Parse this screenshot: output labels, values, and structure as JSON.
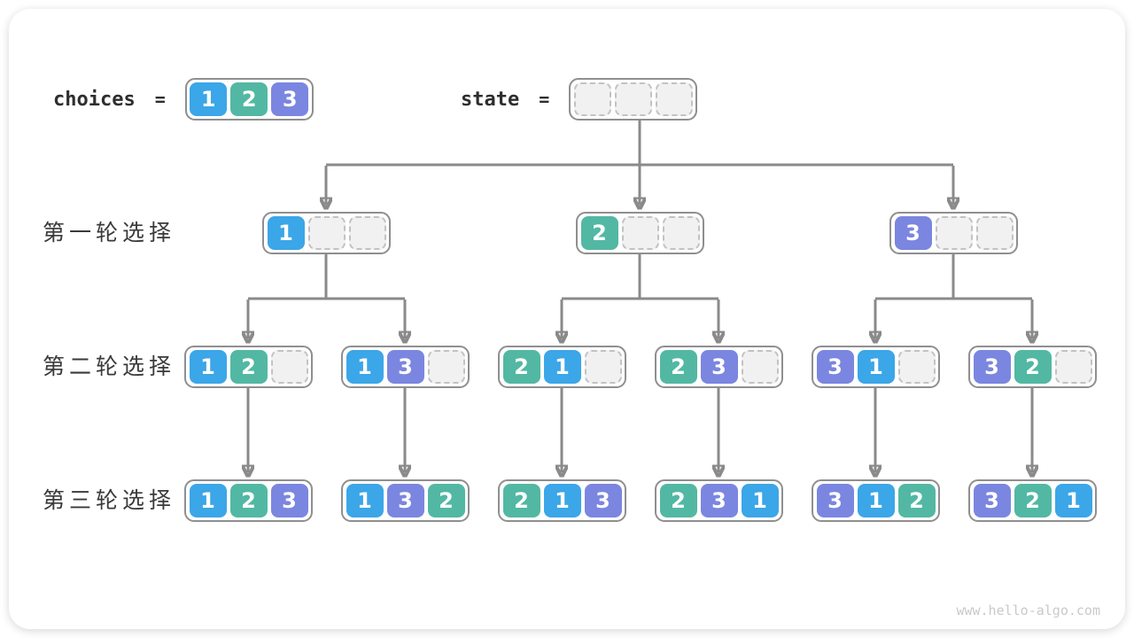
{
  "colors": {
    "values": {
      "1": "#3BA6E8",
      "2": "#52B8A3",
      "3": "#7B86E0"
    },
    "arrow": "#8A8A8A",
    "node_border": "#8F8F8F",
    "empty_fill": "#F1F1F1",
    "empty_border": "#C2C2C2"
  },
  "legend": {
    "choices_label": "choices",
    "state_label": "state",
    "equals": "=",
    "choices_cells": [
      "1",
      "2",
      "3"
    ],
    "state_cells": [
      "",
      "",
      ""
    ]
  },
  "rows": [
    {
      "label": "第一轮选择",
      "nodes": [
        [
          "1",
          "",
          ""
        ],
        [
          "2",
          "",
          ""
        ],
        [
          "3",
          "",
          ""
        ]
      ]
    },
    {
      "label": "第二轮选择",
      "nodes": [
        [
          "1",
          "2",
          ""
        ],
        [
          "1",
          "3",
          ""
        ],
        [
          "2",
          "1",
          ""
        ],
        [
          "2",
          "3",
          ""
        ],
        [
          "3",
          "1",
          ""
        ],
        [
          "3",
          "2",
          ""
        ]
      ]
    },
    {
      "label": "第三轮选择",
      "nodes": [
        [
          "1",
          "2",
          "3"
        ],
        [
          "1",
          "3",
          "2"
        ],
        [
          "2",
          "1",
          "3"
        ],
        [
          "2",
          "3",
          "1"
        ],
        [
          "3",
          "1",
          "2"
        ],
        [
          "3",
          "2",
          "1"
        ]
      ]
    }
  ],
  "footer": {
    "watermark": "www.hello-algo.com"
  }
}
